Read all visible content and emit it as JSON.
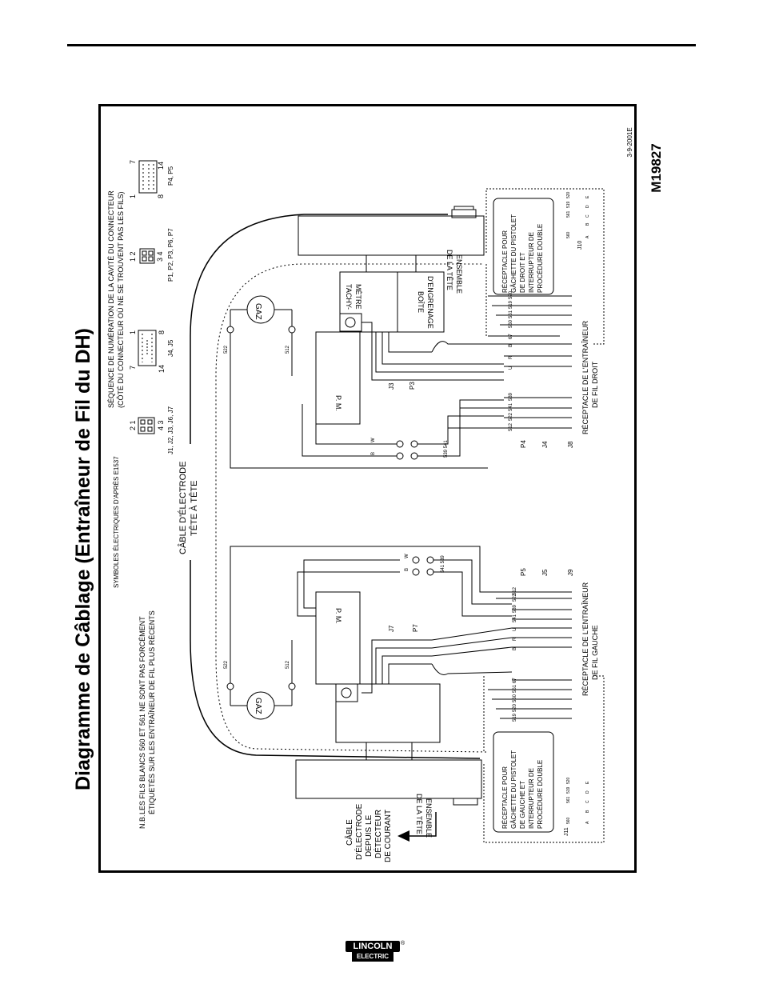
{
  "title": "Diagramme de Câblage (Entraîneur de Fil du DH)",
  "drawing_number": "M19827",
  "date_code": "3-9-2001E",
  "note": {
    "prefix": "N.B.",
    "line1": "LES FILS BLANCS 560 ET 561 NE SONT PAS FORCÉMENT",
    "line2": "ÉTIQUETÉS SUR LES ENTRAÎNEUR DE FIL PLUS RÉCENTS"
  },
  "symbols_caption": "SYMBOLES ÉLECTRIQUES D'APRÈS E1537",
  "cavity_caption_1": "SÉQUENCE DE NUMÉRATION DE LA CAVITÉ DU CONNECTEUR",
  "cavity_caption_2": "(CÔTÉ DU CONNECTEUR OÙ NE SE TROUVENT PAS LES FILS)",
  "connectors": [
    {
      "label": "J1, J2, J3, J6, J7",
      "pins_top": "2 1",
      "pins_bot": "4 3"
    },
    {
      "label": "J4, J5",
      "pins_top": "7",
      "pins_top_r": "1",
      "pins_bot": "14",
      "pins_bot_r": "8"
    },
    {
      "label": "P1, P2, P3, P6, P7",
      "pins_top": "1 2",
      "pins_bot": "3 4"
    },
    {
      "label": "P4, P5",
      "pins_top": "1",
      "pins_top_r": "7",
      "pins_bot": "8",
      "pins_bot_r": "14"
    }
  ],
  "cable_label_1": "CÂBLE D'ÉLECTRODE",
  "cable_label_2": "TÊTE À TÊTE",
  "current_sense": [
    "CÂBLE",
    "D'ÉLECTRODE",
    "DEPUIS LE",
    "DÉTECTEUR",
    "DE COURANT"
  ],
  "head_assembly": [
    "ENSEMBLE",
    "DE LA TÊTE"
  ],
  "gas": "GAZ",
  "motor": "P. M.",
  "tacho": [
    "TACHY-",
    "MÈTRE"
  ],
  "gearbox": [
    "BOÎTE",
    "D'ENGRENAGE"
  ],
  "right_receptacle": [
    "RÉCEPTACLE DE L'ENTRAÎNEUR",
    "DE FIL DROIT"
  ],
  "left_receptacle": [
    "RÉCEPTACLE DE L'ENTRAÎNEUR",
    "DE FIL GAUCHE"
  ],
  "gun_right": [
    "RÉCEPTACLE POUR",
    "GÂCHETTE DU PISTOLET",
    "DE DROIT ET",
    "INTERRUPTEUR DE",
    "PROCÉDURE DOUBLE"
  ],
  "gun_left": [
    "RÉCEPTACLE POUR",
    "GÂCHETTE DU PISTOLET",
    "DE GAUCHE ET",
    "INTERRUPTEUR DE",
    "PROCÉDURE DOUBLE"
  ],
  "plugs": {
    "p4": "P4",
    "j4": "J4",
    "j8": "J8",
    "p5": "P5",
    "j5": "J5",
    "j9": "J9",
    "j3": "J3",
    "p3": "P3",
    "j7": "J7",
    "p7": "P7",
    "j10": "J10",
    "j11": "J11"
  },
  "wires_right": [
    "67",
    "B",
    "R",
    "U",
    "539",
    "541",
    "522",
    "512"
  ],
  "wires_right_2": [
    "560",
    "561",
    "519",
    "520"
  ],
  "wires_left": [
    "512",
    "522",
    "539",
    "541",
    "U",
    "R",
    "B",
    "67",
    "561",
    "560",
    "520",
    "519"
  ],
  "gun_wires": [
    "560",
    "561",
    "519",
    "520"
  ],
  "gun_pins": [
    "A",
    "B",
    "C",
    "D",
    "E"
  ],
  "wire_nums": {
    "w522": "522",
    "w512": "512",
    "wB": "B",
    "wW": "W",
    "w539_541": "539 541",
    "w541_539": "541 539"
  },
  "brand": {
    "top": "LINCOLN",
    "bottom": "ELECTRIC",
    "reg": "®"
  }
}
